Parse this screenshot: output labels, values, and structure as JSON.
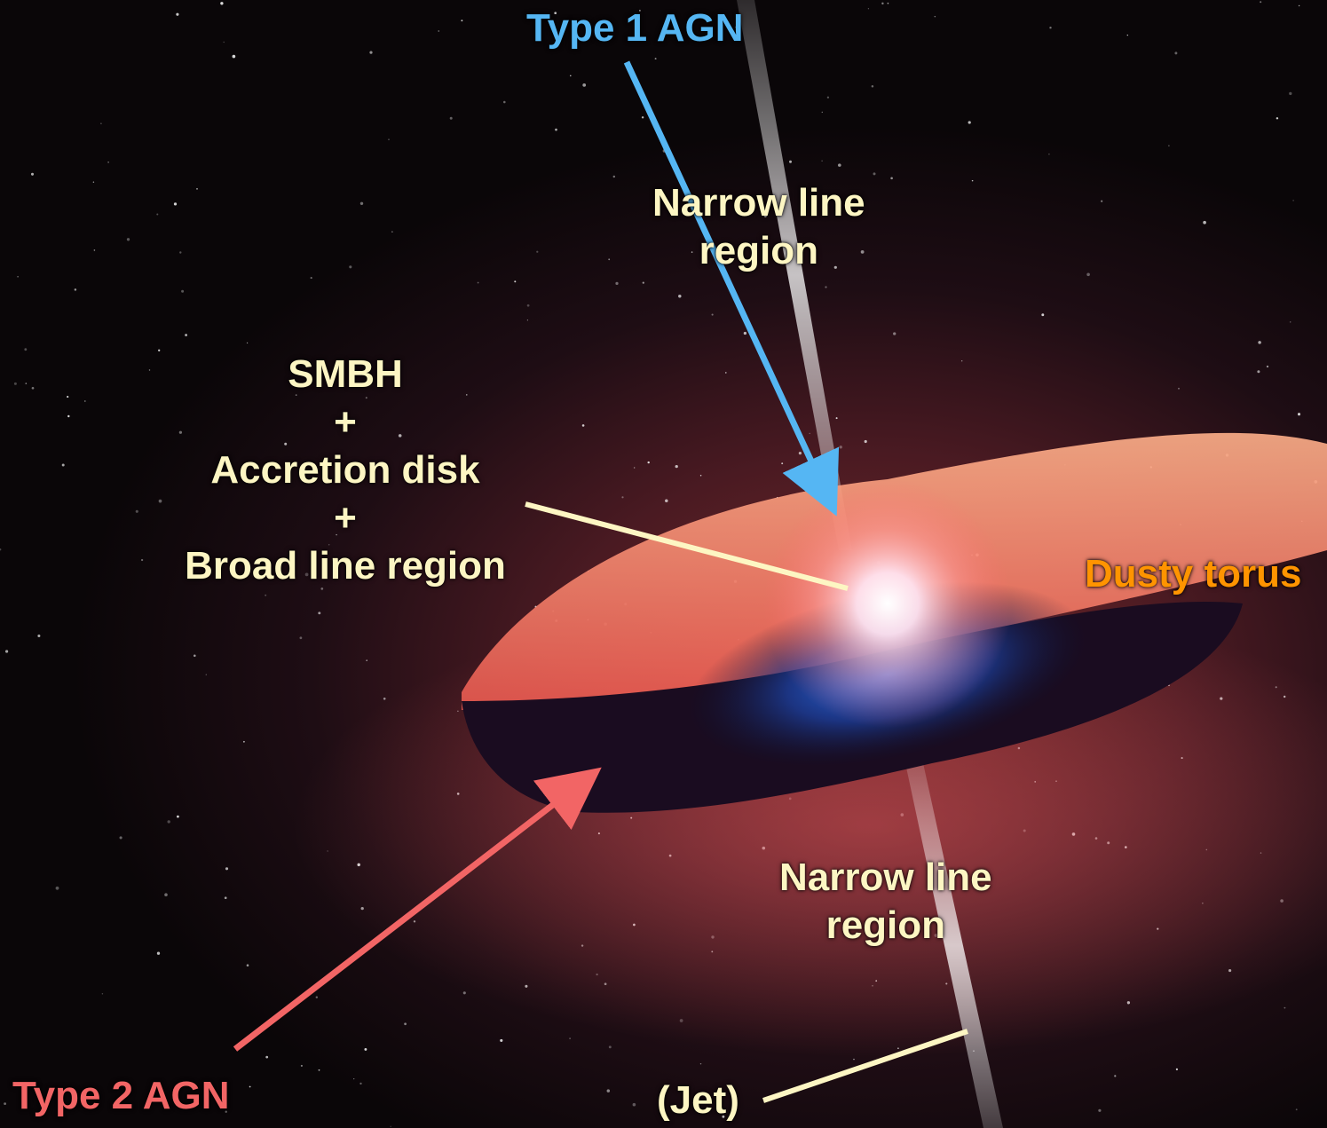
{
  "labels": {
    "type1": "Type 1 AGN",
    "type2": "Type 2 AGN",
    "nlr_top": [
      "Narrow line",
      "region"
    ],
    "nlr_bottom": [
      "Narrow line",
      "region"
    ],
    "core": [
      "SMBH",
      "+",
      "Accretion disk",
      "+",
      "Broad line region"
    ],
    "torus": "Dusty torus",
    "jet": "(Jet)"
  },
  "colors": {
    "type1": "#55b6f3",
    "type2": "#f26565",
    "cream": "#fdf6c3",
    "torus": "#ff9400"
  }
}
